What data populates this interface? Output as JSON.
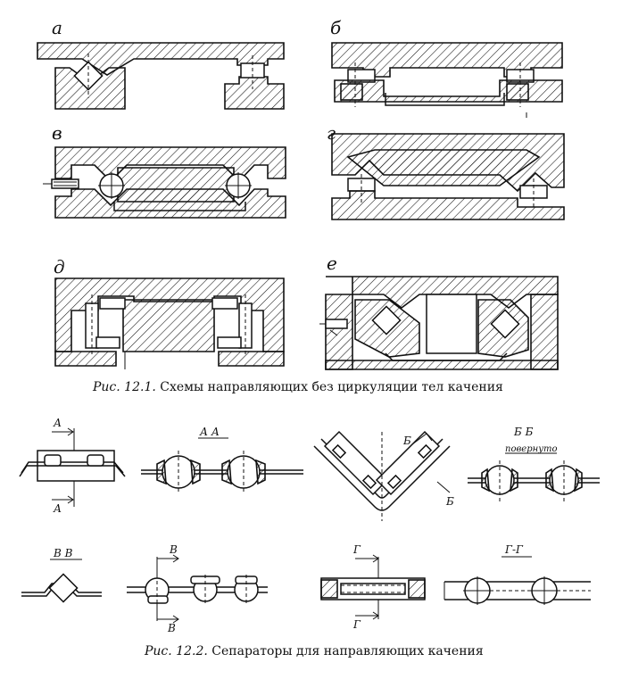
{
  "fig1": {
    "labels": [
      "а",
      "б",
      "в",
      "г",
      "д",
      "е"
    ],
    "caption_num": "Рис. 12.1.",
    "caption_text": "Схемы направляющих без циркуляции тел качения"
  },
  "fig2": {
    "section_aa": "А   А",
    "mark_a": "А",
    "mark_b": "Б",
    "section_bb": "Б   Б",
    "rotated": "повернуто",
    "section_vv": "В   В",
    "mark_v": "В",
    "mark_g": "Г",
    "section_gg": "Г-Г",
    "caption_num": "Рис. 12.2.",
    "caption_text": "Сепараторы для направляющих качения"
  }
}
